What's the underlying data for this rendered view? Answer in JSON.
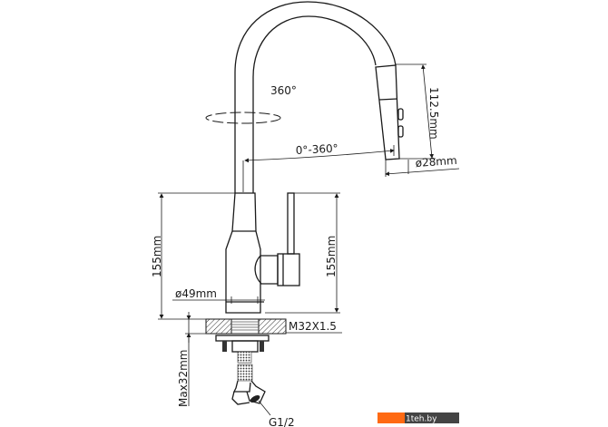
{
  "drawing": {
    "labels": {
      "swivel_angle": "360°",
      "spray_rotation": "0°-360°",
      "spray_head_length": "112.5mm",
      "spray_head_diameter": "ø28mm",
      "body_height_left": "155mm",
      "body_height_right": "155mm",
      "body_diameter": "ø49mm",
      "thread": "M32X1.5",
      "max_countertop": "Max32mm",
      "inlet_thread": "G1/2"
    }
  },
  "watermark": {
    "text": "1teh.by",
    "accent_color": "#ff6a13",
    "bg_color": "#444444"
  }
}
